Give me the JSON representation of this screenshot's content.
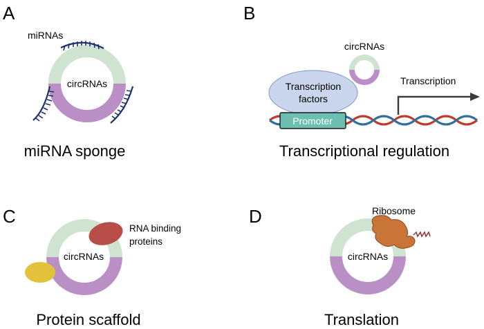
{
  "panels": {
    "a": {
      "letter": "A",
      "caption": "miRNA sponge",
      "mirna_label": "miRNAs",
      "circ_label": "circRNAs"
    },
    "b": {
      "letter": "B",
      "caption": "Transcriptional regulation",
      "circ_label": "circRNAs",
      "tf_label_line1": "Transcription",
      "tf_label_line2": "factors",
      "promoter_label": "Promoter",
      "transcription_label": "Transcription"
    },
    "c": {
      "letter": "C",
      "caption": "Protein scaffold",
      "rbp_label_line1": "RNA binding",
      "rbp_label_line2": "proteins",
      "circ_label": "circRNAs"
    },
    "d": {
      "letter": "D",
      "caption": "Translation",
      "ribosome_label": "Ribosome",
      "circ_label": "circRNAs"
    }
  },
  "colors": {
    "circ_top": "#cfe3d1",
    "circ_bottom": "#b98fc6",
    "mirna": "#1f2f6e",
    "tf_fill": "#c9d6ee",
    "tf_stroke": "#8ea2c9",
    "promoter": "#6cbfb0",
    "dna_red": "#c0392b",
    "dna_blue": "#2e6f9e",
    "arrow": "#3a3a3a",
    "rbp_red": "#b94d4a",
    "yellow_protein": "#e3c23b",
    "ribosome": "#c87537",
    "peptide": "#8b2a2a"
  }
}
